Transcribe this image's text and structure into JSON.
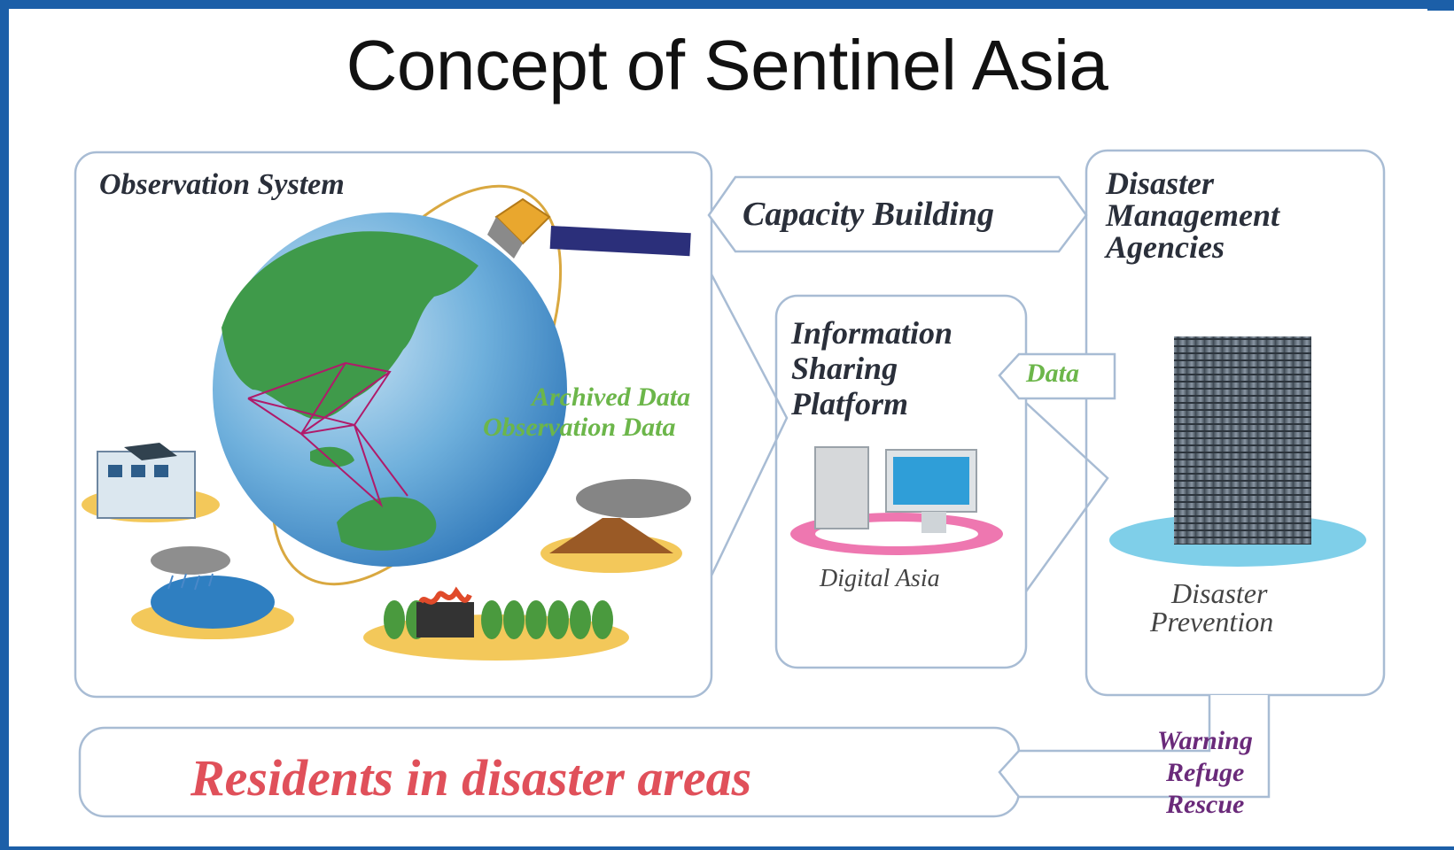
{
  "title": "Concept of Sentinel Asia",
  "observation_system": {
    "label": "Observation System",
    "archived_data": "Archived Data",
    "observation_data": "Observation Data"
  },
  "capacity_building": "Capacity Building",
  "information_platform": {
    "line1": "Information",
    "line2": "Sharing",
    "line3": "Platform",
    "sublabel": "Digital Asia"
  },
  "data_arrow": "Data",
  "agencies": {
    "line1": "Disaster",
    "line2": "Management",
    "line3": "Agencies",
    "prevention_line1": "Disaster",
    "prevention_line2": "Prevention"
  },
  "residents": "Residents in disaster areas",
  "actions": [
    "Warning",
    "Refuge",
    "Rescue"
  ],
  "colors": {
    "frame": "#1c5fa8",
    "box_border": "#a8bcd4",
    "green_text": "#6cb64a",
    "residents_red": "#e0505a",
    "actions_purple": "#6a2a7a"
  }
}
